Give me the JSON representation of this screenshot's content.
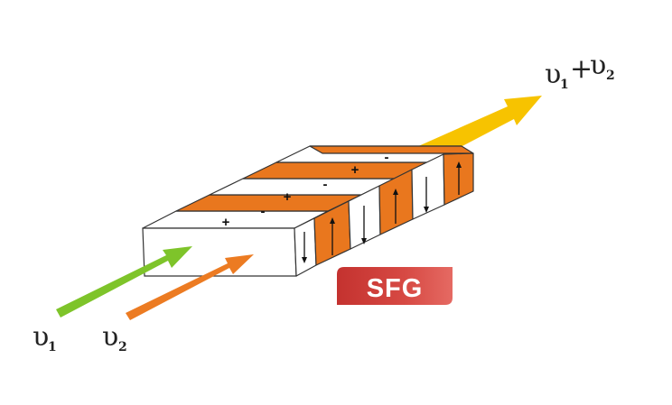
{
  "labels": {
    "input1": {
      "base": "υ",
      "sub": "1"
    },
    "input2": {
      "base": "υ",
      "sub": "2"
    },
    "output": {
      "base1": "υ",
      "sub1": "1",
      "plus": "+",
      "base2": "υ",
      "sub2": "2"
    }
  },
  "badge": {
    "text": "SFG"
  },
  "domains": {
    "signs": [
      "+",
      "-",
      "+",
      "-",
      "+",
      "-"
    ],
    "arrows": [
      "up",
      "down",
      "up",
      "down",
      "up"
    ]
  },
  "colors": {
    "green": "#7ec42a",
    "orange": "#ec7b22",
    "yellow": "#f7c300",
    "domain_orange": "#e9771e",
    "badge_red": "#d1413c",
    "outline": "#333333"
  }
}
